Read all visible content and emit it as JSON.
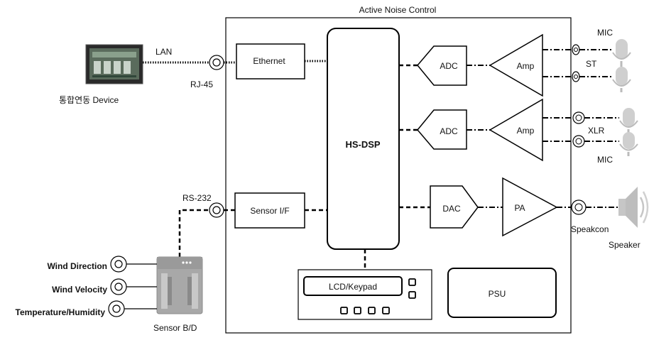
{
  "diagram": {
    "title": "Active Noise Control",
    "device_label": "통합연동 Device",
    "lan_label": "LAN",
    "rj45_label": "RJ-45",
    "rs232_label": "RS-232",
    "ethernet_label": "Ethernet",
    "sensor_if_label": "Sensor I/F",
    "dsp_label": "HS-DSP",
    "adc1_label": "ADC",
    "adc2_label": "ADC",
    "dac_label": "DAC",
    "amp1_label": "Amp",
    "amp2_label": "Amp",
    "pa_label": "PA",
    "lcd_label": "LCD/Keypad",
    "psu_label": "PSU",
    "mic_top_label": "MIC",
    "st_label": "ST",
    "xlr_label": "XLR",
    "mic_bottom_label": "MIC",
    "speakcon_label": "Speakcon",
    "speaker_label": "Speaker",
    "sensor_bd_label": "Sensor B/D",
    "wind_direction_label": "Wind Direction",
    "wind_velocity_label": "Wind Velocity",
    "temp_humidity_label": "Temperature/Humidity"
  },
  "colors": {
    "line": "#000000",
    "sensor_board": "#a8a8a8",
    "monitor_screen": "#5a6b5c",
    "mic": "#c8c8c8",
    "speaker": "#bdbdbd"
  }
}
